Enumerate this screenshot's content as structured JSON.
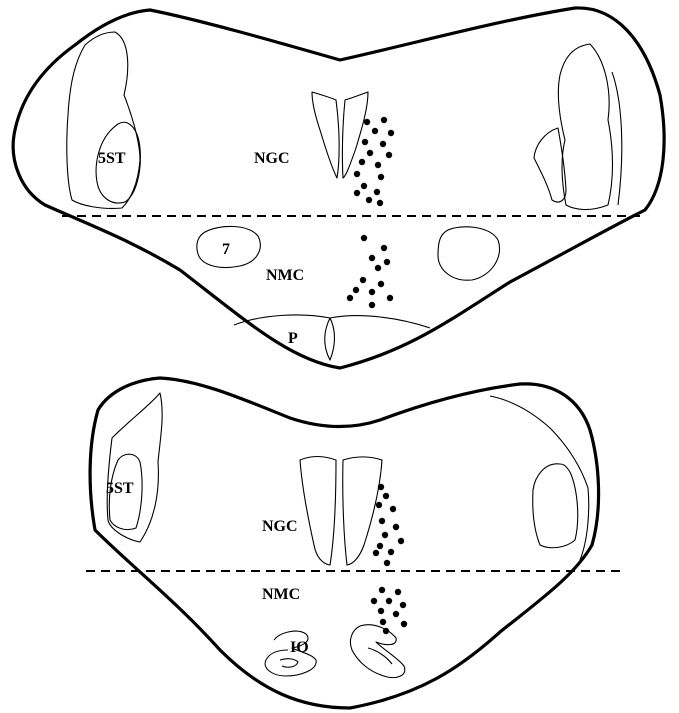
{
  "sections": [
    {
      "name": "upper-section",
      "labels": {
        "lateral": "5ST",
        "medial_upper": "NGC",
        "medial_lower": "NMC",
        "nucleus": "7",
        "ventral": "P"
      }
    },
    {
      "name": "lower-section",
      "labels": {
        "lateral": "5ST",
        "medial_upper": "NGC",
        "medial_lower": "NMC",
        "ventral": "IO"
      }
    }
  ],
  "colors": {
    "stroke": "#000000",
    "background": "#ffffff"
  }
}
